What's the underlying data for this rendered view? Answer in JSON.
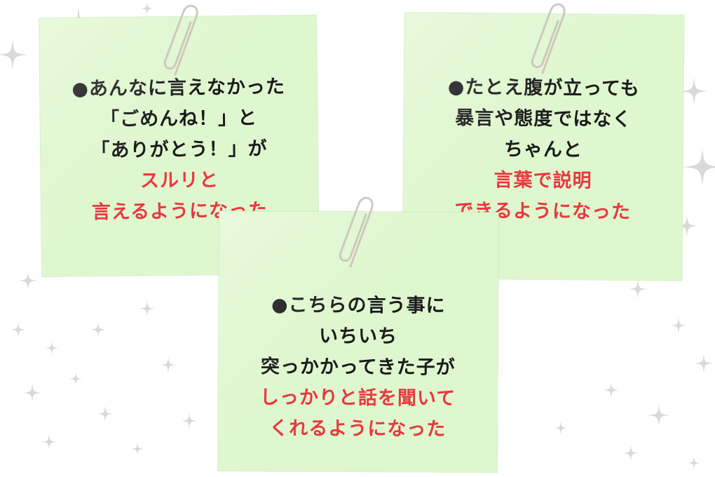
{
  "notes": [
    {
      "lines": [
        {
          "text": "●あんなに言えなかった",
          "color": "dark"
        },
        {
          "text": "「ごめんね！」と",
          "color": "dark"
        },
        {
          "text": "「ありがとう！」が",
          "color": "dark"
        },
        {
          "text": "スルリと",
          "color": "red"
        },
        {
          "text": "言えるようになった",
          "color": "red"
        }
      ]
    },
    {
      "lines": [
        {
          "text": "●たとえ腹が立っても",
          "color": "dark"
        },
        {
          "text": "暴言や態度ではなく",
          "color": "dark"
        },
        {
          "text": "ちゃんと",
          "color": "dark"
        },
        {
          "text": "言葉で説明",
          "color": "red"
        },
        {
          "text": "できるようになった",
          "color": "red"
        }
      ]
    },
    {
      "lines": [
        {
          "text": "●こちらの言う事に",
          "color": "dark"
        },
        {
          "text": "いちいち",
          "color": "dark"
        },
        {
          "text": "突っかかってきた子が",
          "color": "dark"
        },
        {
          "text": "しっかりと話を聞いて",
          "color": "red"
        },
        {
          "text": "くれるようになった",
          "color": "red"
        }
      ]
    }
  ],
  "colors": {
    "note_background": "#dff7cf",
    "text_dark": "#1a1a1a",
    "text_red": "#e8383d",
    "sparkle": "#d6d6d6"
  },
  "icons": [
    "sparkle-icon",
    "paperclip-icon"
  ]
}
